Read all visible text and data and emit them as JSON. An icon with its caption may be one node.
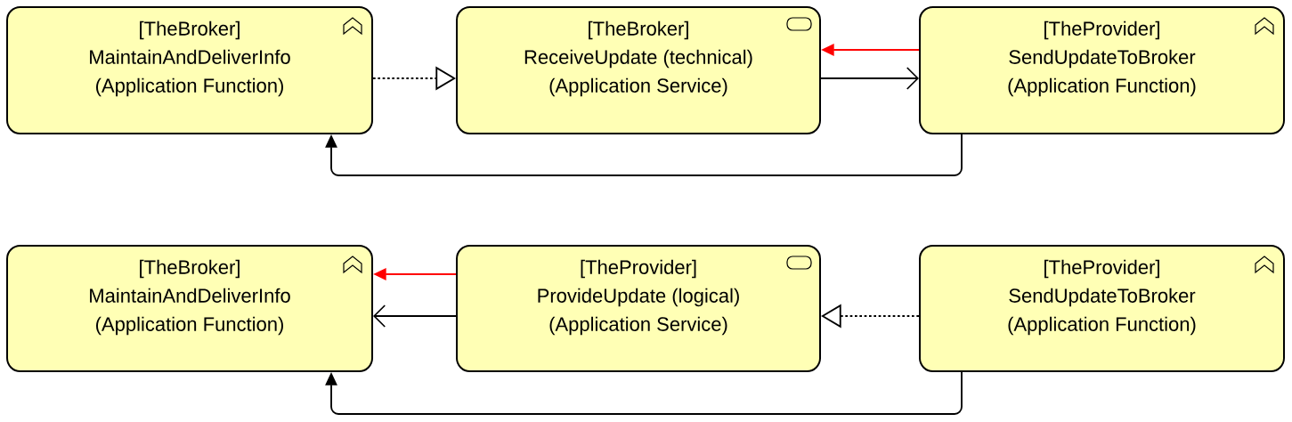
{
  "diagram": {
    "nodes": [
      {
        "text": [
          "[TheBroker]",
          "MaintainAndDeliverInfo",
          "(Application Function)"
        ]
      },
      {
        "text": [
          "[TheBroker]",
          "ReceiveUpdate (technical)",
          "(Application Service)"
        ]
      },
      {
        "text": [
          "[TheProvider]",
          "SendUpdateToBroker",
          "(Application Function)"
        ]
      },
      {
        "text": [
          "[TheBroker]",
          "MaintainAndDeliverInfo",
          "(Application Function)"
        ]
      },
      {
        "text": [
          "[TheProvider]",
          "ProvideUpdate (logical)",
          "(Application Service)"
        ]
      },
      {
        "text": [
          "[TheProvider]",
          "SendUpdateToBroker",
          "(Application Function)"
        ]
      }
    ],
    "edges": [
      {
        "from": 0,
        "to": 1,
        "arrow": "to",
        "style": "dashed"
      },
      {
        "from": 2,
        "to": 1,
        "arrow": "to",
        "color": "#ff0000"
      },
      {
        "from": 1,
        "to": 2,
        "arrow": "to"
      },
      {
        "from": 2,
        "to": 0,
        "arrow": "to"
      },
      {
        "from": 4,
        "to": 3,
        "arrow": "to",
        "color": "#ff0000"
      },
      {
        "from": 4,
        "to": 3,
        "arrow": "to"
      },
      {
        "from": 5,
        "to": 4,
        "arrow": "to",
        "style": "dashed"
      },
      {
        "from": 5,
        "to": 3,
        "arrow": "to"
      }
    ]
  }
}
